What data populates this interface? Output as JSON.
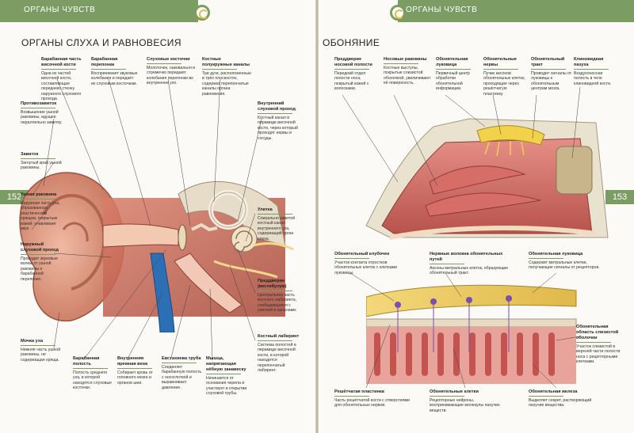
{
  "spread": {
    "left_header": "ОРГАНЫ ЧУВСТВ",
    "right_header": "ОРГАНЫ ЧУВСТВ",
    "left_page_number": "152",
    "right_page_number": "153",
    "left_title": "ОРГАНЫ СЛУХА И РАВНОВЕСИЯ",
    "right_title": "ОБОНЯНИЕ"
  },
  "ear_labels": [
    {
      "title": "Барабанная часть височной кости",
      "text": "Одна из частей височной кости, составляющая переднюю стенку наружного слухового прохода."
    },
    {
      "title": "Барабанная перепонка",
      "text": "Воспринимает звуковые колебания и передаёт их слуховым косточкам."
    },
    {
      "title": "Слуховые косточки",
      "text": "Молоточек, наковальня и стремечко передают колебания перепонки во внутреннее ухо."
    },
    {
      "title": "Костные полукружные каналы",
      "text": "Три дуги, расположенные в трёх плоскостях, содержат перепончатые каналы органа равновесия."
    },
    {
      "title": "Противозавиток",
      "text": "Возвышение ушной раковины, идущее параллельно завитку."
    },
    {
      "title": "Завиток",
      "text": "Загнутый край ушной раковины."
    },
    {
      "title": "Внутренний слуховой проход",
      "text": "Костный канал в пирамиде височной кости, через который проходят нервы и сосуды."
    },
    {
      "title": "Ушная раковина",
      "text": "Наружная часть уха, образованная эластическим хрящом, покрытым кожей; улавливает звук."
    },
    {
      "title": "Улитка",
      "text": "Спирально завитой костный канал внутреннего уха, содержащий орган слуха."
    },
    {
      "title": "Наружный слуховой проход",
      "text": "Проводит звуковые волны от ушной раковины к барабанной перепонке."
    },
    {
      "title": "Преддверие (вестибулум)",
      "text": "Центральная часть костного лабиринта, сообщающаяся с улиткой и каналами."
    },
    {
      "title": "Костный лабиринт",
      "text": "Система полостей в пирамиде височной кости, в которой находится перепончатый лабиринт."
    },
    {
      "title": "Мочка уха",
      "text": "Нижняя часть ушной раковины, не содержащая хряща."
    },
    {
      "title": "Барабанная полость",
      "text": "Полость среднего уха, в которой находятся слуховые косточки."
    },
    {
      "title": "Внутренняя яремная вена",
      "text": "Собирает кровь от головного мозга и органов шеи."
    },
    {
      "title": "Евстахиева труба",
      "text": "Соединяет барабанную полость с носоглоткой и выравнивает давление."
    },
    {
      "title": "Мышца, напрягающая нёбную занавеску",
      "text": "Начинается от основания черепа и участвует в открытии слуховой трубы."
    }
  ],
  "nose_labels_top": [
    {
      "title": "Преддверие носовой полости",
      "text": "Передний отдел полости носа, покрытый кожей с волосками."
    },
    {
      "title": "Носовые раковины",
      "text": "Костные выступы, покрытые слизистой оболочкой, увеличивают её поверхность."
    },
    {
      "title": "Обонятельная луковица",
      "text": "Первичный центр обработки обонятельной информации."
    },
    {
      "title": "Обонятельные нервы",
      "text": "Пучки аксонов обонятельных клеток, проходящие через решётчатую пластинку."
    },
    {
      "title": "Обонятельный тракт",
      "text": "Проводит сигналы от луковицы к обонятельным центрам мозга."
    },
    {
      "title": "Клиновидная пазуха",
      "text": "Воздухоносная полость в теле клиновидной кости."
    }
  ],
  "nose_labels_bottom": [
    {
      "title": "Обонятельный клубочек",
      "text": "Участок контакта отростков обонятельных клеток с клетками луковицы."
    },
    {
      "title": "Нервные волокна обонятельных путей",
      "text": "Аксоны митральных клеток, образующие обонятельный тракт."
    },
    {
      "title": "Обонятельная луковица",
      "text": "Содержит митральные клетки, получающие сигналы от рецепторов."
    },
    {
      "title": "Обонятельная область слизистой оболочки",
      "text": "Участок слизистой в верхней части полости носа с рецепторными клетками."
    },
    {
      "title": "Решётчатая пластинка",
      "text": "Часть решётчатой кости с отверстиями для обонятельных нервов."
    },
    {
      "title": "Обонятельные клетки",
      "text": "Рецепторные нейроны, воспринимающие молекулы пахучих веществ."
    },
    {
      "title": "Обонятельная железа",
      "text": "Выделяет секрет, растворяющий пахучие вещества."
    }
  ]
}
